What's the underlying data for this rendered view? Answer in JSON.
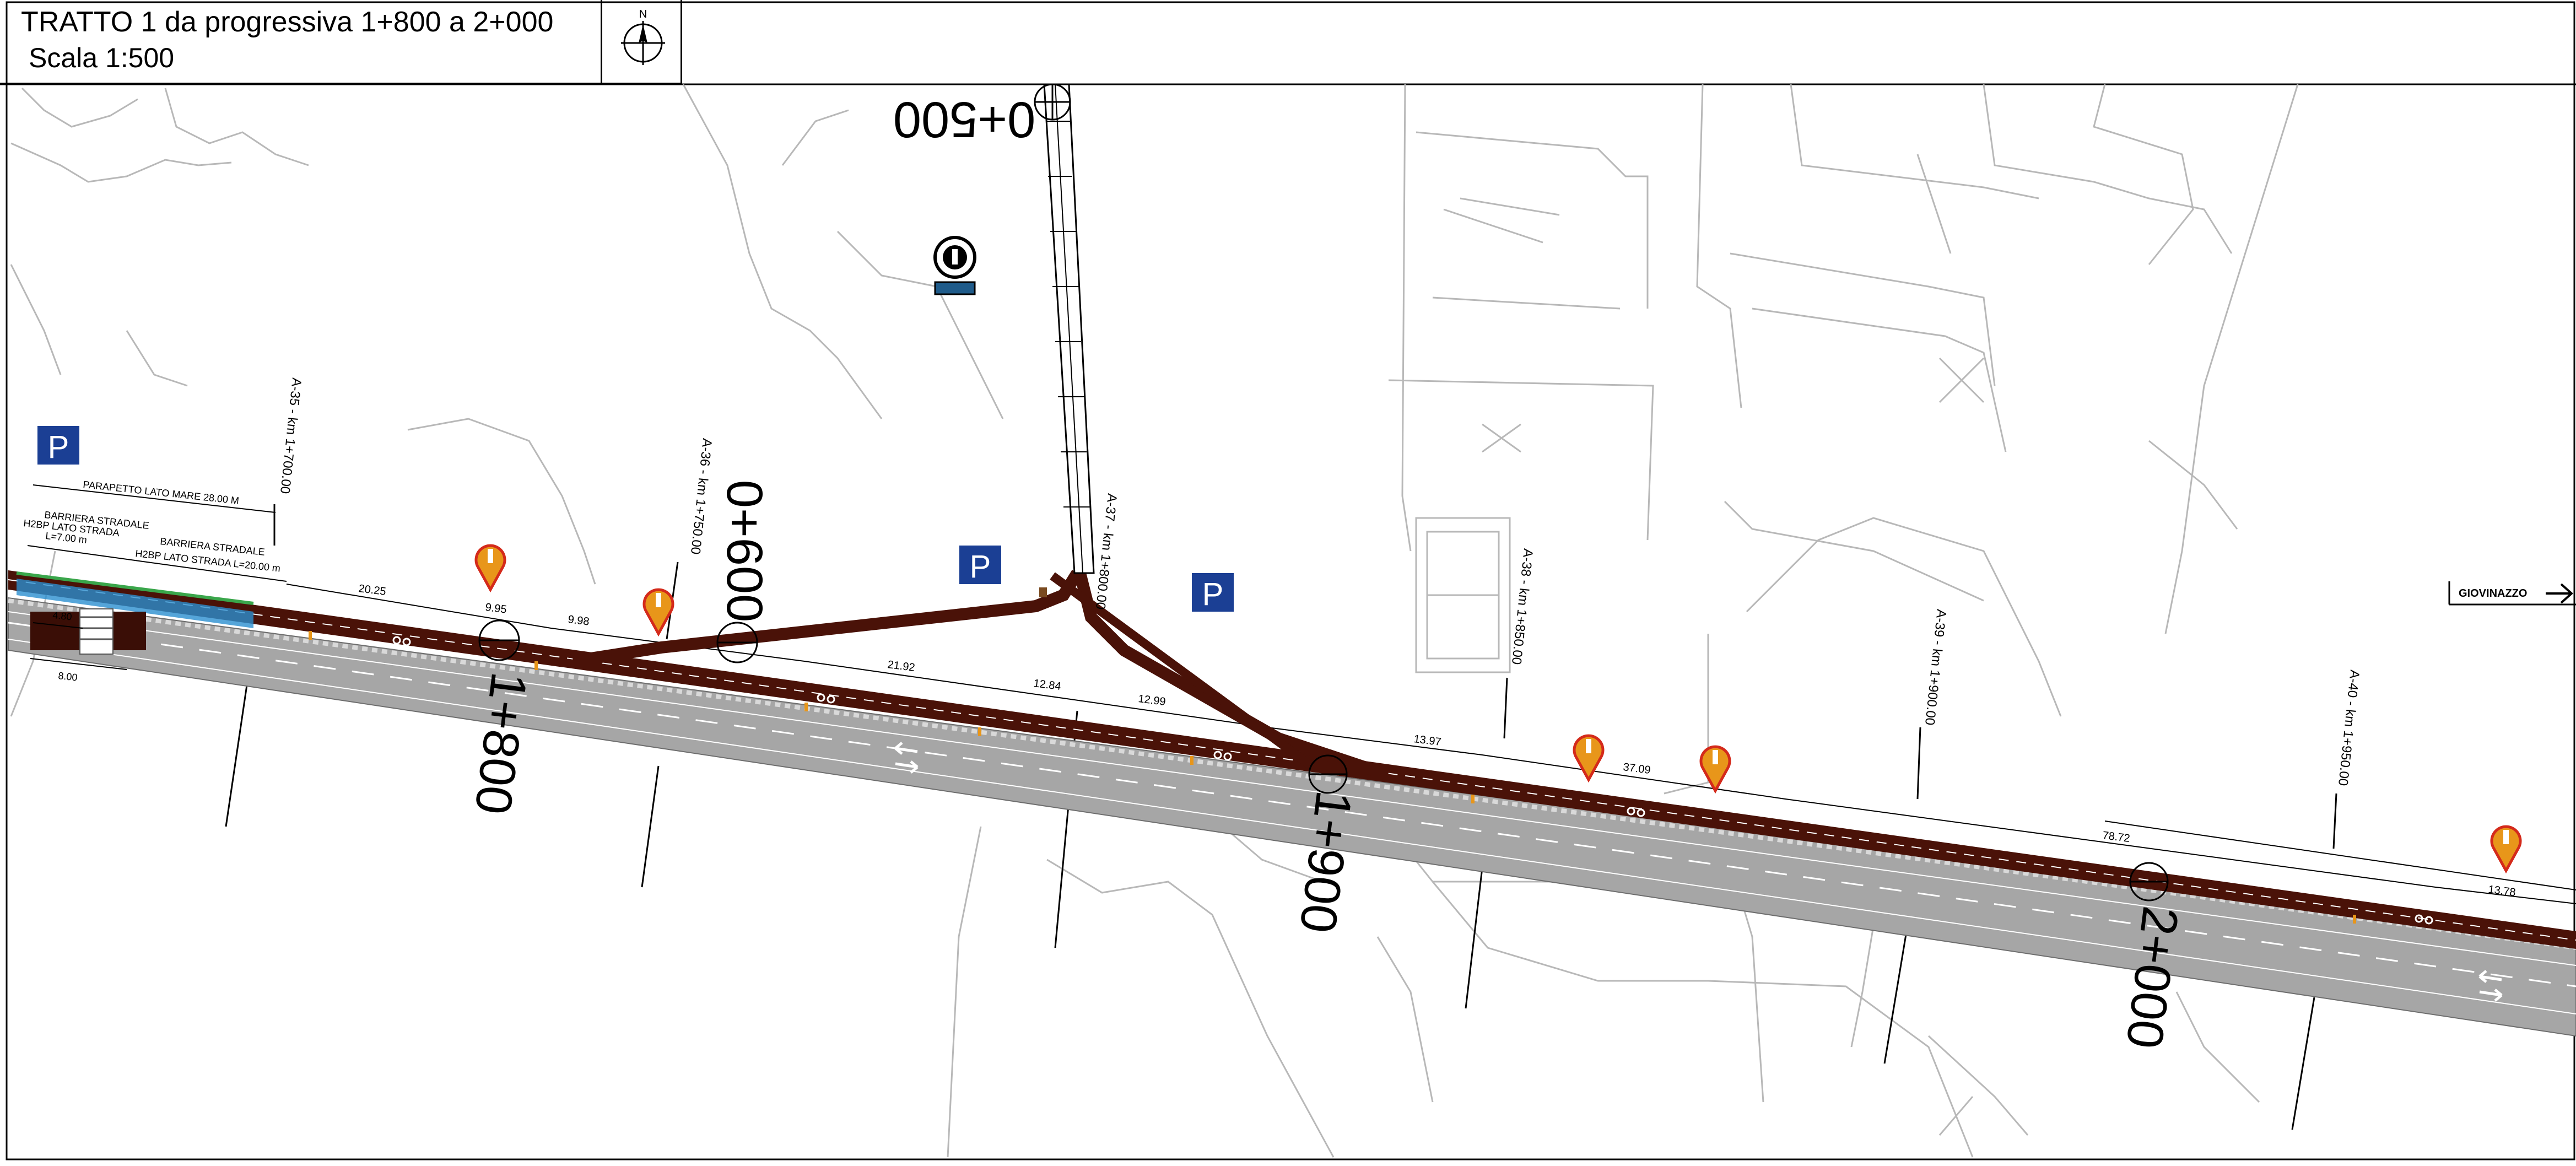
{
  "title": {
    "line1": "TRATTO 1 da progressiva 1+800 a 2+000",
    "line2": "Scala 1:500"
  },
  "north": {
    "label": "N",
    "icon": "north-arrow-icon"
  },
  "chainage_labels": [
    "0+500",
    "0+600",
    "1+800",
    "1+900",
    "2+000"
  ],
  "section_labels": [
    "A-35 - km 1+700.00",
    "A-36 - km 1+750.00",
    "A-37 - km 1+800.00",
    "A-38 - km 1+850.00",
    "A-39 - km 1+900.00",
    "A-40 - km 1+950.00"
  ],
  "distance_labels": [
    "20.25",
    "9.95",
    "9.98",
    "21.92",
    "12.84",
    "12.99",
    "13.97",
    "37.09",
    "78.72",
    "13.78"
  ],
  "annotations": {
    "parapet": "PARAPETTO LATO MARE 28.00 M",
    "barrier1_line1": "BARRIERA STRADALE",
    "barrier1_line2": "H2BP LATO STRADA",
    "barrier1_line3": "L=7.00 m",
    "barrier2_line1": "BARRIERA STRADALE",
    "barrier2_line2": "H2BP LATO STRADA L=20.00 m",
    "dim_480": "4.80",
    "dim_800": "8.00"
  },
  "destination": {
    "label": "GIOVINAZZO",
    "icon": "arrow-right-icon"
  },
  "parking": {
    "label": "P",
    "icon": "parking-sign-icon"
  },
  "colors": {
    "road": "#a6a6a6",
    "bike_lane": "#4a1208",
    "parking_sign": "#1b3f94",
    "poi_marker": "#e8961a",
    "poi_outline": "#d42a1b",
    "basemap": "#b5b5b5"
  }
}
